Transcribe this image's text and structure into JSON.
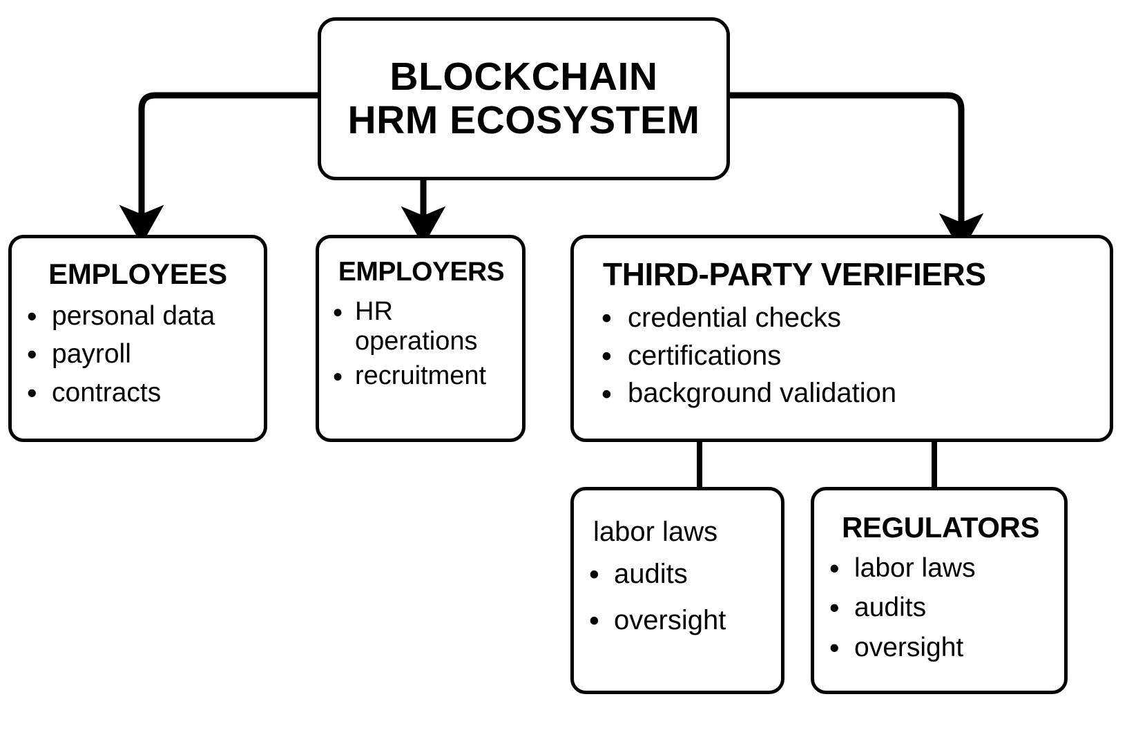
{
  "diagram": {
    "title": "BLOCKCHAIN HRM ECOSYSTEM",
    "stroke_color": "#000000",
    "background_color": "#ffffff",
    "root": {
      "label_line1": "BLOCKCHAIN",
      "label_line2": "HRM ECOSYSTEM"
    },
    "nodes": {
      "employees": {
        "title": "EMPLOYEES",
        "items": [
          "personal data",
          "payroll",
          "contracts"
        ]
      },
      "employers": {
        "title": "EMPLOYERS",
        "items": [
          "HR operations",
          "recruitment"
        ]
      },
      "verifiers": {
        "title": "THIRD-PARTY VERIFIERS",
        "items": [
          "credential checks",
          "certifications",
          "background validation"
        ]
      },
      "labor_laws": {
        "heading": "labor laws",
        "items": [
          "audits",
          "oversight"
        ]
      },
      "regulators": {
        "title": "REGULATORS",
        "items": [
          "labor laws",
          "audits",
          "oversight"
        ]
      }
    }
  }
}
